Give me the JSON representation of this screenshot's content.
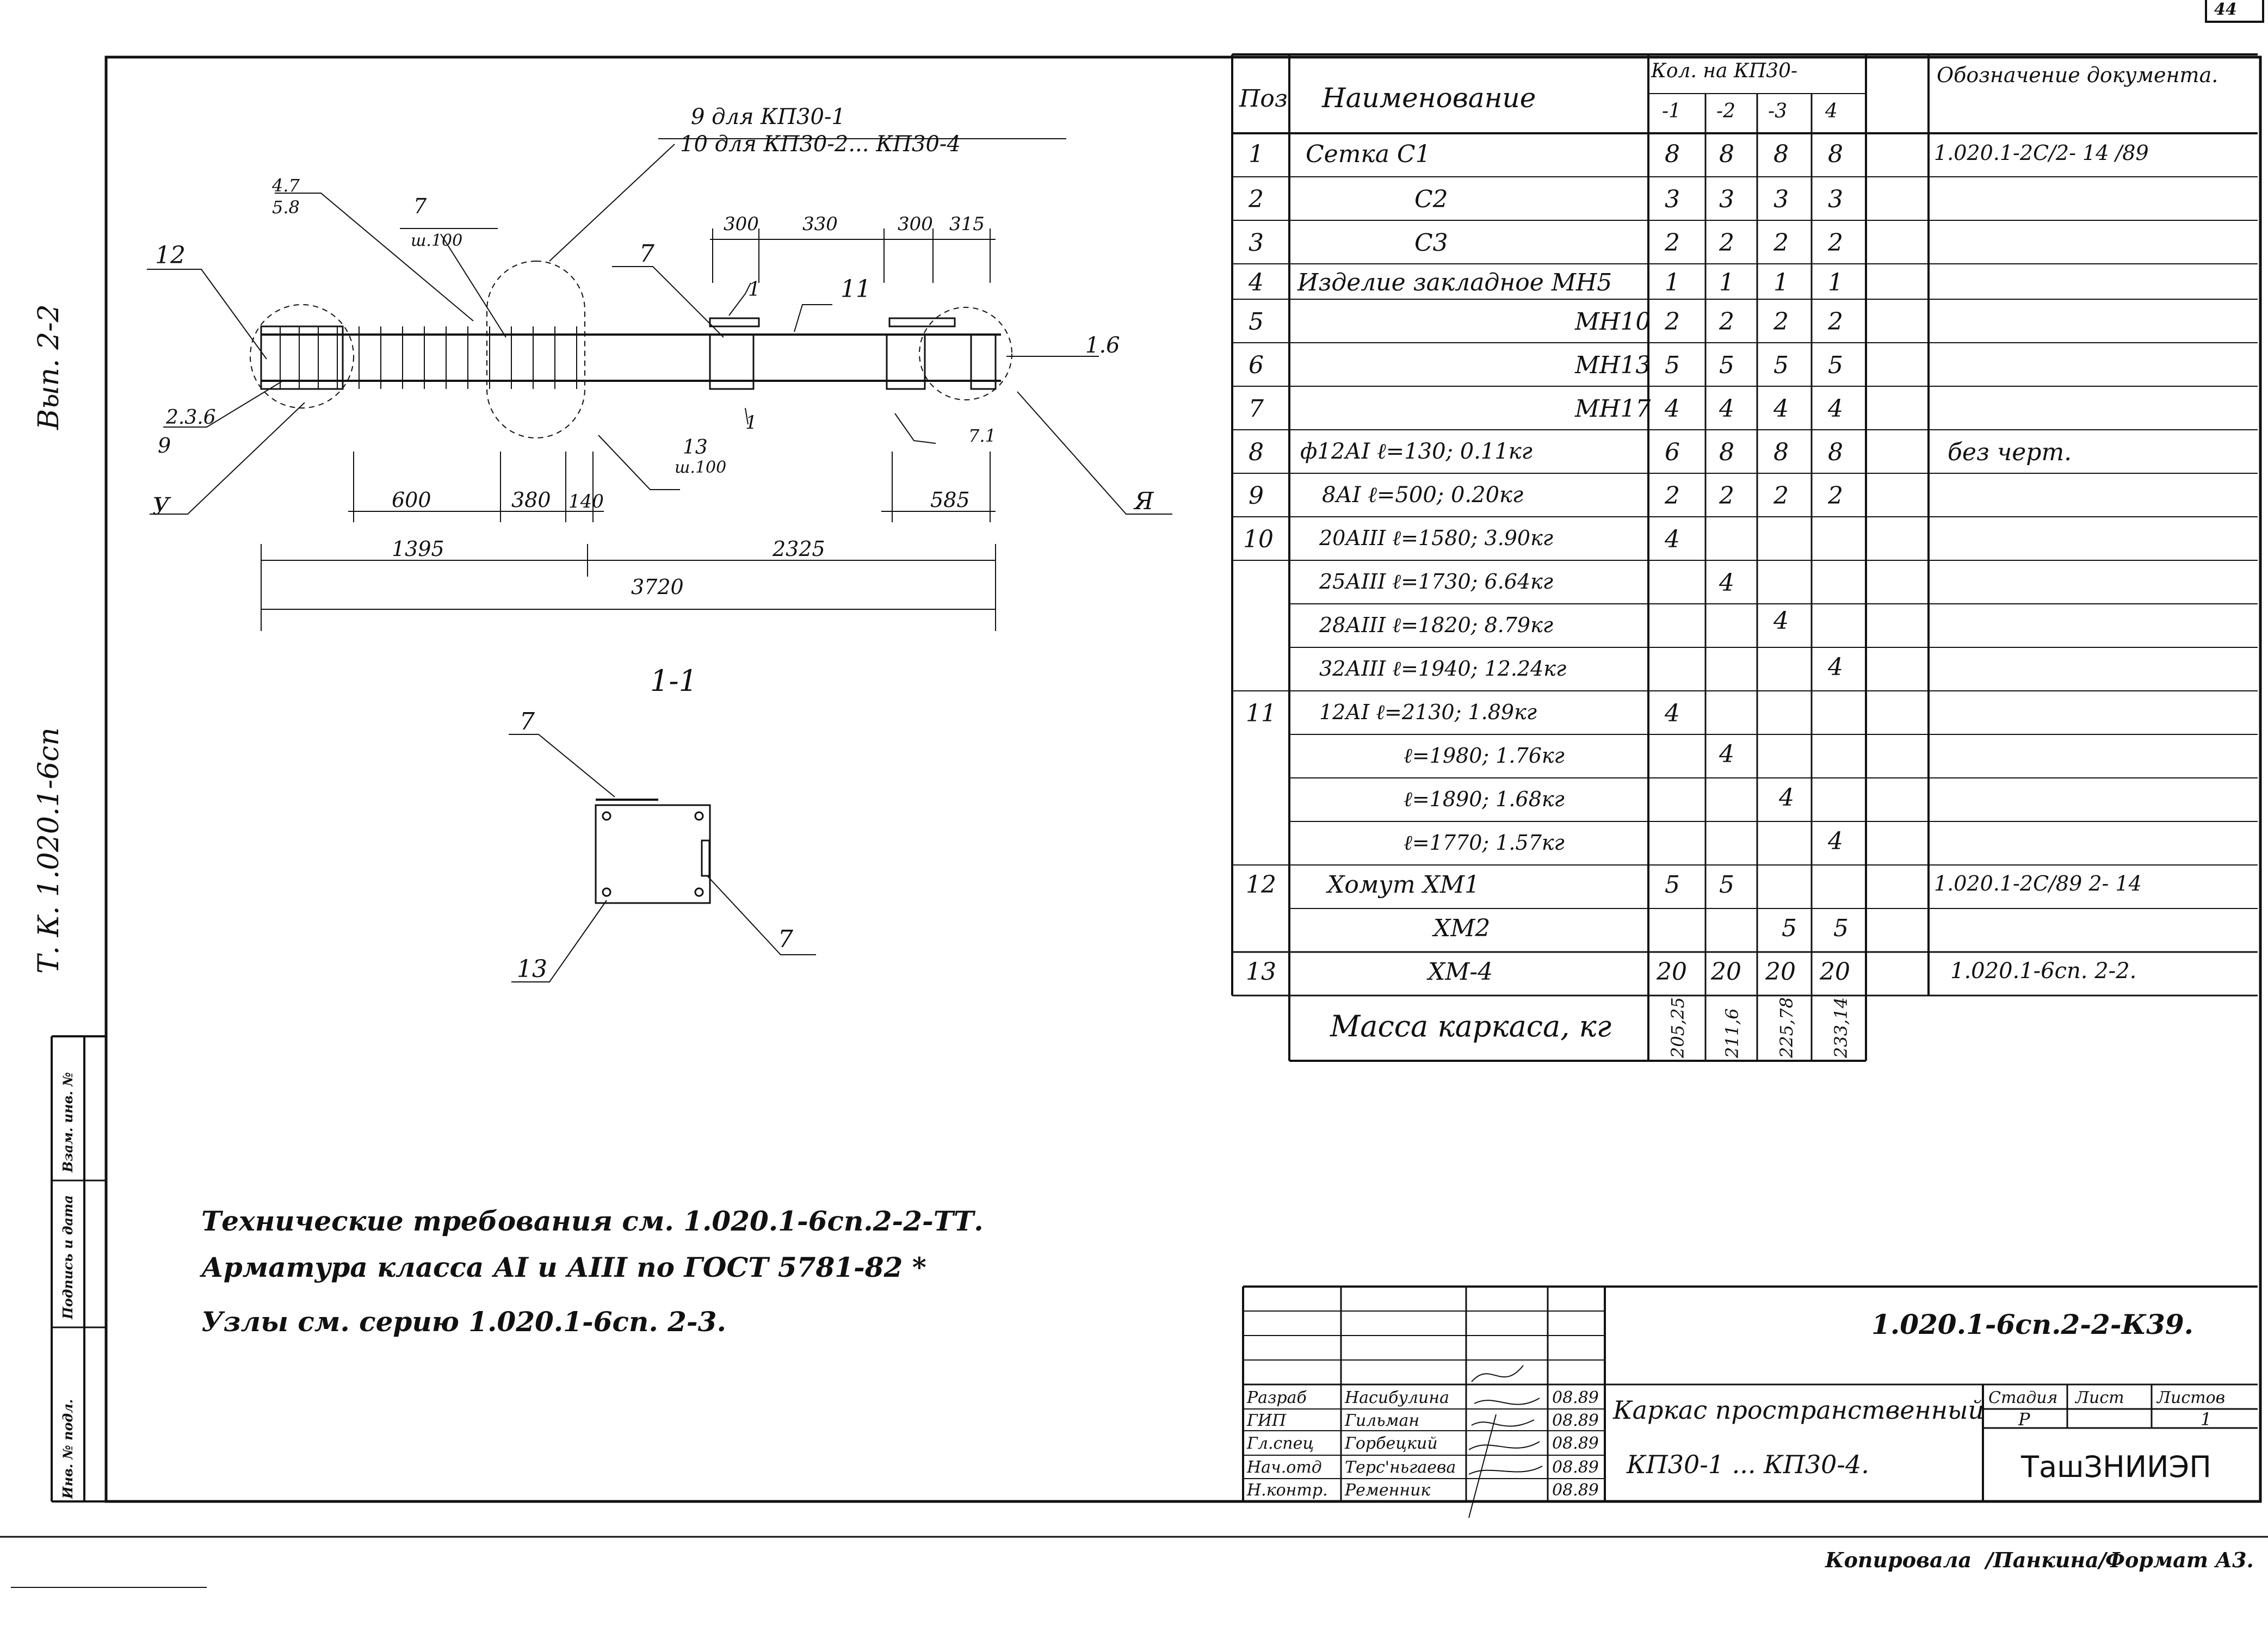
{
  "page_number": "44",
  "side": {
    "vyp": "Вып. 2-2",
    "series": "Т. К. 1.020.1-6сп",
    "stamp": [
      "Инв. № подл.",
      "Подпись и дата",
      "Взам. инв. №"
    ]
  },
  "drawing": {
    "callout_top_1": "9 для КП30-1",
    "callout_top_2": "10 для КП30-2... КП30-4",
    "frac_47_top": "4.7",
    "frac_47_bot": "5.8",
    "l7_num": "7",
    "l7_sub": "ш.100",
    "dim_300a": "300",
    "dim_330a": "330",
    "dim_300b": "300",
    "dim_315": "315",
    "l12": "12",
    "l7b": "7",
    "l1a": "1",
    "l11": "11",
    "l16": "1.6",
    "l236": "2.3.6",
    "l9": "9",
    "l13": "13",
    "l13_sub": "ш.100",
    "l1b": "1",
    "l7c": "7.1",
    "ly": "У",
    "lya": "Я",
    "dim_600": "600",
    "dim_380": "380",
    "dim_140": "140",
    "dim_585": "585",
    "dim_1395": "1395",
    "dim_2325": "2325",
    "dim_3720": "3720",
    "section_title": "1-1",
    "s_l7a": "7",
    "s_l7b": "7",
    "s_l13": "13"
  },
  "spec": {
    "headers": {
      "pos": "Поз",
      "name": "Наименование",
      "qty": "Кол. на КП30-",
      "qty_cols": [
        "-1",
        "-2",
        "-3",
        "4"
      ],
      "doc": "Обозначение документа."
    },
    "rows": [
      {
        "pos": "1",
        "name": "Сетка С1",
        "q": [
          "8",
          "8",
          "8",
          "8"
        ],
        "doc": "1.020.1-2С/2- 14 /89"
      },
      {
        "pos": "2",
        "name": "С2",
        "q": [
          "3",
          "3",
          "3",
          "3"
        ],
        "doc": ""
      },
      {
        "pos": "3",
        "name": "С3",
        "q": [
          "2",
          "2",
          "2",
          "2"
        ],
        "doc": ""
      },
      {
        "pos": "4",
        "name": "Изделие закладное МН5",
        "q": [
          "1",
          "1",
          "1",
          "1"
        ],
        "doc": ""
      },
      {
        "pos": "5",
        "name": "МН10",
        "q": [
          "2",
          "2",
          "2",
          "2"
        ],
        "doc": ""
      },
      {
        "pos": "6",
        "name": "МН13",
        "q": [
          "5",
          "5",
          "5",
          "5"
        ],
        "doc": ""
      },
      {
        "pos": "7",
        "name": "МН17",
        "q": [
          "4",
          "4",
          "4",
          "4"
        ],
        "doc": ""
      },
      {
        "pos": "8",
        "name": "ф12АI ℓ=130; 0.11кг",
        "q": [
          "6",
          "8",
          "8",
          "8"
        ],
        "doc": "без черт."
      },
      {
        "pos": "9",
        "name": "8АI ℓ=500; 0.20кг",
        "q": [
          "2",
          "2",
          "2",
          "2"
        ],
        "doc": ""
      },
      {
        "pos": "10",
        "name": "20АIII ℓ=1580; 3.90кг",
        "q": [
          "4",
          "",
          "",
          ""
        ],
        "doc": ""
      },
      {
        "pos": "",
        "name": "25АIII ℓ=1730; 6.64кг",
        "q": [
          "",
          "4",
          "",
          ""
        ],
        "doc": ""
      },
      {
        "pos": "",
        "name": "28АIII ℓ=1820; 8.79кг",
        "q": [
          "",
          "",
          "4",
          ""
        ],
        "doc": ""
      },
      {
        "pos": "",
        "name": "32АIII ℓ=1940; 12.24кг",
        "q": [
          "",
          "",
          "",
          "4"
        ],
        "doc": ""
      },
      {
        "pos": "11",
        "name": "12АI ℓ=2130; 1.89кг",
        "q": [
          "4",
          "",
          "",
          ""
        ],
        "doc": ""
      },
      {
        "pos": "",
        "name": "ℓ=1980; 1.76кг",
        "q": [
          "",
          "4",
          "",
          ""
        ],
        "doc": ""
      },
      {
        "pos": "",
        "name": "ℓ=1890; 1.68кг",
        "q": [
          "",
          "",
          "4",
          ""
        ],
        "doc": ""
      },
      {
        "pos": "",
        "name": "ℓ=1770; 1.57кг",
        "q": [
          "",
          "",
          "",
          "4"
        ],
        "doc": ""
      },
      {
        "pos": "12",
        "name": "Хомут ХМ1",
        "q": [
          "5",
          "5",
          "",
          ""
        ],
        "doc": "1.020.1-2С/89 2- 14"
      },
      {
        "pos": "",
        "name": "ХМ2",
        "q": [
          "",
          "",
          "5",
          "5"
        ],
        "doc": ""
      },
      {
        "pos": "13",
        "name": "ХМ-4",
        "q": [
          "20",
          "20",
          "20",
          "20"
        ],
        "doc": "1.020.1-6сп. 2-2."
      }
    ],
    "mass_label": "Масса каркаса, кг",
    "mass_values": [
      "205,25",
      "211,6",
      "225,78",
      "233,14"
    ]
  },
  "notes": [
    "Технические требования см. 1.020.1-6сп.2-2-ТТ.",
    "Арматура класса АI и АIII по ГОСТ 5781-82 *",
    "Узлы см. серию 1.020.1-6сп. 2-3."
  ],
  "title_block": {
    "code": "1.020.1-6сп.2-2-К39.",
    "roles": [
      "Разраб",
      "ГИП",
      "Гл.спец",
      "Нач.отд",
      "Н.контр."
    ],
    "names": [
      "Насибулина",
      "Гильман",
      "Горбецкий",
      "Терс'ньгаева",
      "Ременник"
    ],
    "dates": [
      "08.89",
      "08.89",
      "08.89",
      "08.89",
      "08.89"
    ],
    "title_1": "Каркас пространственный",
    "title_2": "КП30-1 ... КП30-4.",
    "stage_label": "Стадия",
    "sheet_label": "Лист",
    "sheets_label": "Листов",
    "stage": "Р",
    "sheets": "1",
    "org": "ТашЗНИИЭП"
  },
  "footer": {
    "copied": "Копировала",
    "copier": "/Панкина/",
    "format": "Формат А3."
  }
}
